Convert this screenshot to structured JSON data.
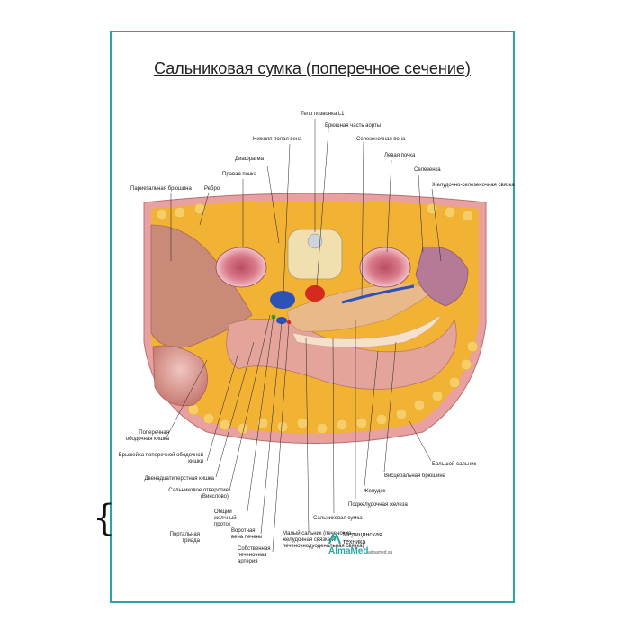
{
  "title": "Сальниковая сумка (поперечное сечение)",
  "labels": {
    "vertebra": "Тело позвонка L1",
    "aorta": "Брюшная часть аорты",
    "ivc": "Нижняя полая вена",
    "splenic_vein": "Селезеночная вена",
    "diaphragm": "Диафрагма",
    "left_kidney": "Левая почка",
    "right_kidney": "Правая почка",
    "spleen": "Селезенка",
    "gastrosplenic": "Желудочно-селезеночная связка",
    "parietal": "Париетальная брюшина",
    "rib": "Ребро",
    "transverse_colon": "Поперечная ободочная кишка",
    "mesocolon": "Брыжейка поперечной ободочной кишки",
    "duodenum": "Двенадцатиперстная кишка",
    "foramen": "Сальниковое отверстие (Винслово)",
    "greater_omentum": "Большой сальник",
    "visceral": "Висцеральная брюшина",
    "stomach": "Желудок",
    "pancreas": "Поджелудочная железа",
    "bursa": "Сальниковая сумка",
    "bile_duct": "Общий желчный проток",
    "portal_vein": "Воротная вена печени",
    "hepatic_artery": "Собственная печеночная артерия",
    "portal_triad": "Портальная триада",
    "lesser_omentum": "Малый сальник (печеночно-желудочная связка и печеночнодуоденальная связка)"
  },
  "brand": {
    "name_line1": "Медицинская",
    "name_line2": "техника",
    "logo_text": "AlmaMed",
    "url": "almamed.su"
  },
  "colors": {
    "frame": "#2aa5a0",
    "fat": "#f2b233",
    "muscle": "#d9848a",
    "vein": "#2c52b8",
    "artery": "#d42a20",
    "pancreas": "#e9b98a"
  }
}
